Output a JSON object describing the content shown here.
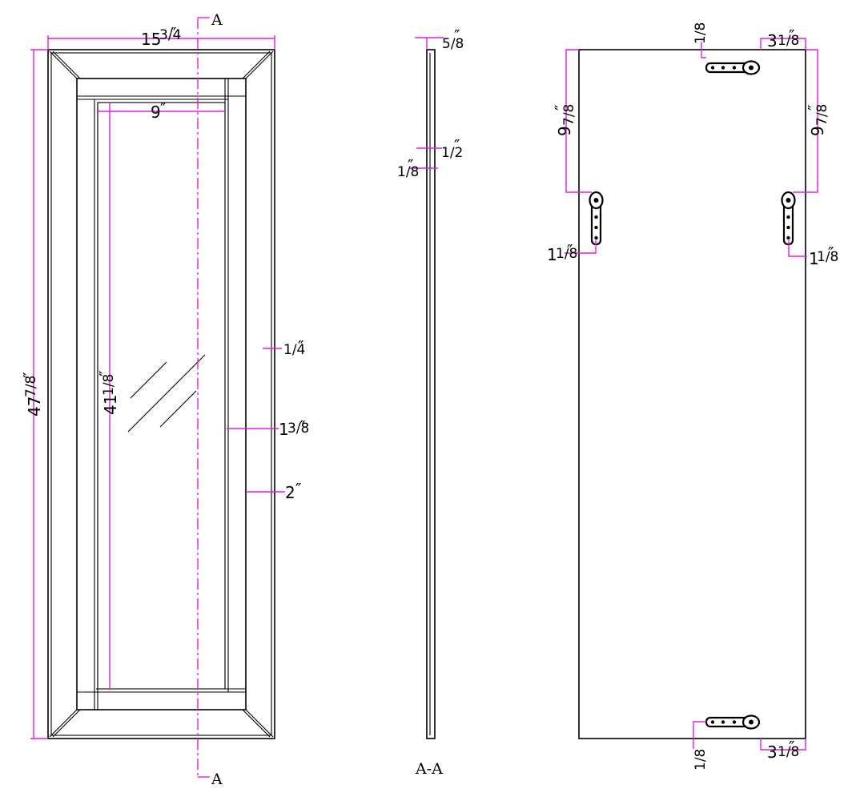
{
  "colors": {
    "object": "#000000",
    "dimension": "#e11ee1",
    "background": "#ffffff"
  },
  "front_view": {
    "width_whole": "15",
    "width_frac": "3/4",
    "height_whole": "47",
    "height_frac": "7/8",
    "glass_width": "9",
    "glass_height_whole": "41",
    "glass_height_frac": "1/8",
    "rail_a_frac": "1/4",
    "rail_b_whole": "1",
    "rail_b_frac": "3/8",
    "stile_width": "2",
    "section_mark": "A",
    "inch": "″"
  },
  "section_view": {
    "top_frac": "5/8",
    "mid_frac": "1/2",
    "edge_frac": "1/8",
    "label": "A-A"
  },
  "rear_view": {
    "top_hinge_edge_frac": "1/8",
    "top_hinge_offset_whole": "3",
    "top_hinge_offset_frac": "1/8",
    "left_hinge_drop_whole": "9",
    "left_hinge_drop_frac": "7/8",
    "right_hinge_drop_whole": "9",
    "right_hinge_drop_frac": "7/8",
    "left_hinge_offset_whole": "1",
    "left_hinge_offset_frac": "1/8",
    "right_hinge_offset_whole": "1",
    "right_hinge_offset_frac": "1/8",
    "bottom_hinge_edge_frac": "1/8",
    "bottom_hinge_offset_whole": "3",
    "bottom_hinge_offset_frac": "1/8"
  }
}
